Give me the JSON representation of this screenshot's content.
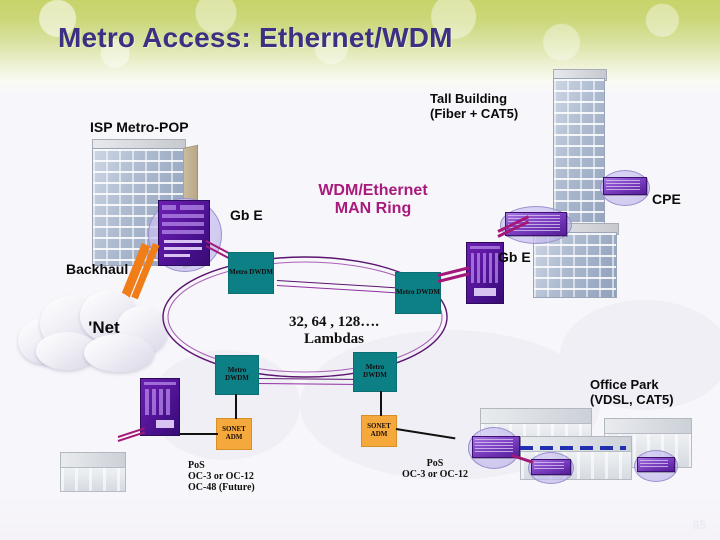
{
  "slide": {
    "title": "Metro Access: Ethernet/WDM",
    "page_number": "85",
    "colors": {
      "title_text": "#3b3081",
      "header_green": "#c7d36a",
      "accent_magenta": "#a81b7d",
      "dwdm_teal": "#0c8085",
      "sonet_orange": "#f5a83c",
      "backhaul_orange": "#f07d18",
      "device_purple": "#5c17a0"
    }
  },
  "labels": {
    "isp_metro_pop": "ISP Metro-POP",
    "tall_building": "Tall Building\n(Fiber + CAT5)",
    "man_ring": "WDM/Ethernet\nMAN Ring",
    "cpe": "CPE",
    "gbe_left": "Gb E",
    "gbe_right": "Gb E",
    "backhaul": "Backhaul",
    "net_cloud": "'Net",
    "lambdas": "32, 64 , 128….\nLambdas",
    "office_park": "Office Park\n(VDSL, CAT5)",
    "pos_left": "PoS\nOC-3 or OC-12\nOC-48 (Future)",
    "pos_right": "PoS\nOC-3 or OC-12"
  },
  "nodes": {
    "dwdm": [
      {
        "id": "dwdm-nw",
        "label": "Metro\nDWDM"
      },
      {
        "id": "dwdm-ne",
        "label": "Metro\nDWDM"
      },
      {
        "id": "dwdm-sw",
        "label": "Metro\nDWDM"
      },
      {
        "id": "dwdm-se",
        "label": "Metro\nDWDM"
      }
    ],
    "sonet": [
      {
        "id": "sonet-sw",
        "label": "SONET\nADM"
      },
      {
        "id": "sonet-se",
        "label": "SONET\nADM"
      }
    ]
  },
  "icons": {
    "cloud": "cloud-icon",
    "isp_building": "office-building-icon",
    "tall_building": "tall-building-icon",
    "office_park": "office-park-icon",
    "router": "router-icon",
    "switch": "network-switch-icon",
    "backhaul_arrow": "arrow-icon"
  }
}
